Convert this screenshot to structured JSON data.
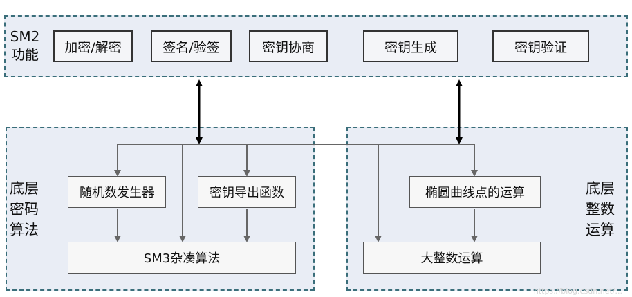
{
  "top_panel": {
    "label_line1": "SM2",
    "label_line2": "功能",
    "items": [
      "加密/解密",
      "签名/验签",
      "密钥协商",
      "密钥生成",
      "密钥验证"
    ]
  },
  "left_panel": {
    "label_lines": [
      "底层",
      "密码",
      "算法"
    ],
    "rng": "随机数发生器",
    "kdf": "密钥导出函数",
    "sm3": "SM3杂凑算法"
  },
  "right_panel": {
    "label_lines": [
      "底层",
      "整数",
      "运算"
    ],
    "ecc": "椭圆曲线点的运算",
    "bigint": "大整数运算"
  },
  "watermark": "https://blog.csdn.net/..."
}
